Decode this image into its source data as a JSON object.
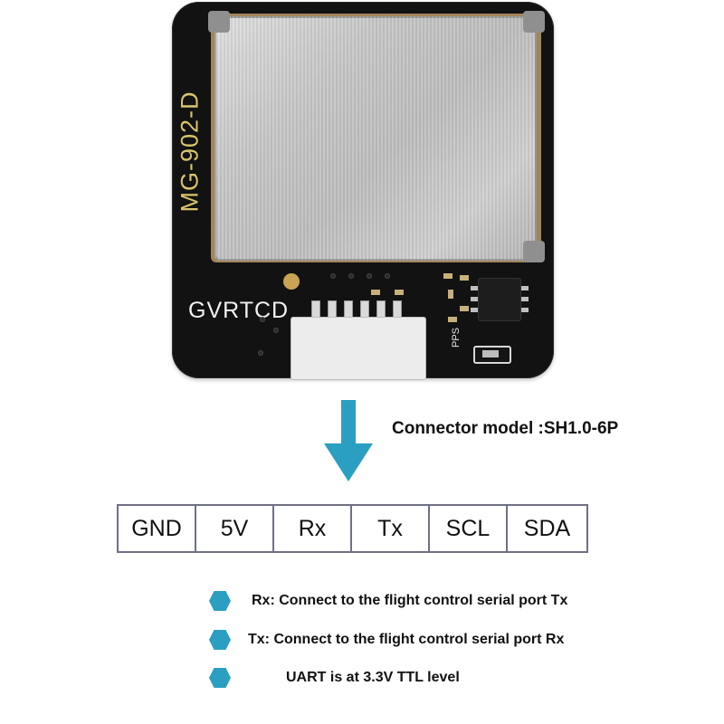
{
  "module": {
    "model_label": "MG-902-D",
    "brand_label": "GVRTCD",
    "pps_label": "PPS"
  },
  "connector_caption": "Connector model :SH1.0-6P",
  "pins": [
    "GND",
    "5V",
    "Rx",
    "Tx",
    "SCL",
    "SDA"
  ],
  "notes": [
    "Rx: Connect to the flight control serial port Tx",
    "Tx: Connect to the flight control serial port Rx",
    "UART is at 3.3V TTL level"
  ],
  "colors": {
    "accent": "#2a9fc2",
    "board": "#121212",
    "table_border": "#6f6f86",
    "silkscreen_gold": "#d8c46a"
  },
  "icons": {
    "arrow": "down-arrow-icon",
    "bullet": "hexagon-bullet-icon"
  }
}
